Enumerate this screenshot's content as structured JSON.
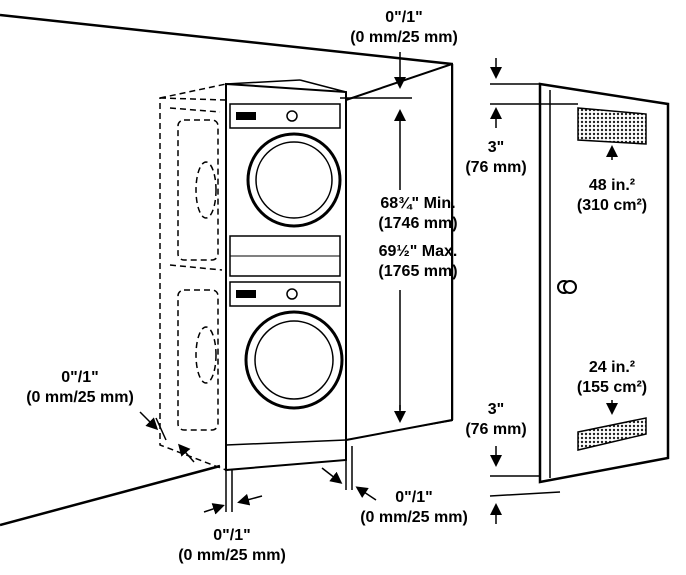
{
  "diagram": {
    "top_clearance": {
      "line1": "0\"/1\"",
      "line2": "(0 mm/25 mm)"
    },
    "left_side_clearance": {
      "line1": "0\"/1\"",
      "line2": "(0 mm/25 mm)"
    },
    "bottom_front_clearance": {
      "line1": "0\"/1\"",
      "line2": "(0 mm/25 mm)"
    },
    "bottom_right_clearance": {
      "line1": "0\"/1\"",
      "line2": "(0 mm/25 mm)"
    },
    "height": {
      "min_line1": "68¾\" Min.",
      "min_line2": "(1746 mm)",
      "max_line1": "69½\" Max.",
      "max_line2": "(1765 mm)"
    },
    "door_top_gap": {
      "line1": "3\"",
      "line2": "(76 mm)"
    },
    "door_bottom_gap": {
      "line1": "3\"",
      "line2": "(76 mm)"
    },
    "top_vent": {
      "line1": "48 in.²",
      "line2": "(310 cm²)"
    },
    "bottom_vent": {
      "line1": "24 in.²",
      "line2": "(155 cm²)"
    }
  }
}
